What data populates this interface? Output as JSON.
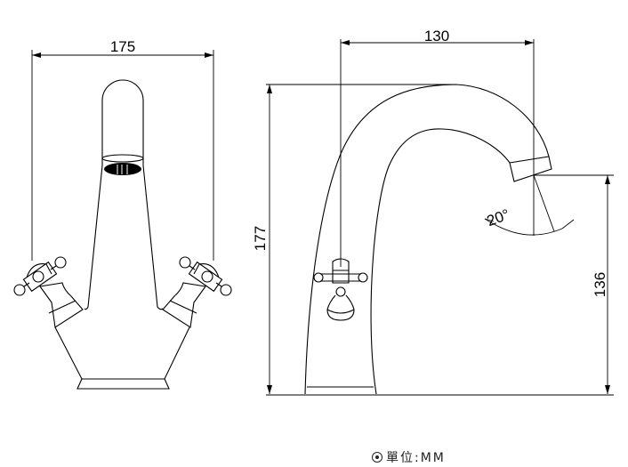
{
  "drawing": {
    "front_view": {
      "width_dim": "175"
    },
    "side_view": {
      "reach_dim": "130",
      "height_dim": "177",
      "spout_height_dim": "136",
      "angle_dim": "20°"
    },
    "unit_note": {
      "icon": "circle-dot-icon",
      "text": "單位:MM"
    },
    "line_color": "#000000"
  }
}
